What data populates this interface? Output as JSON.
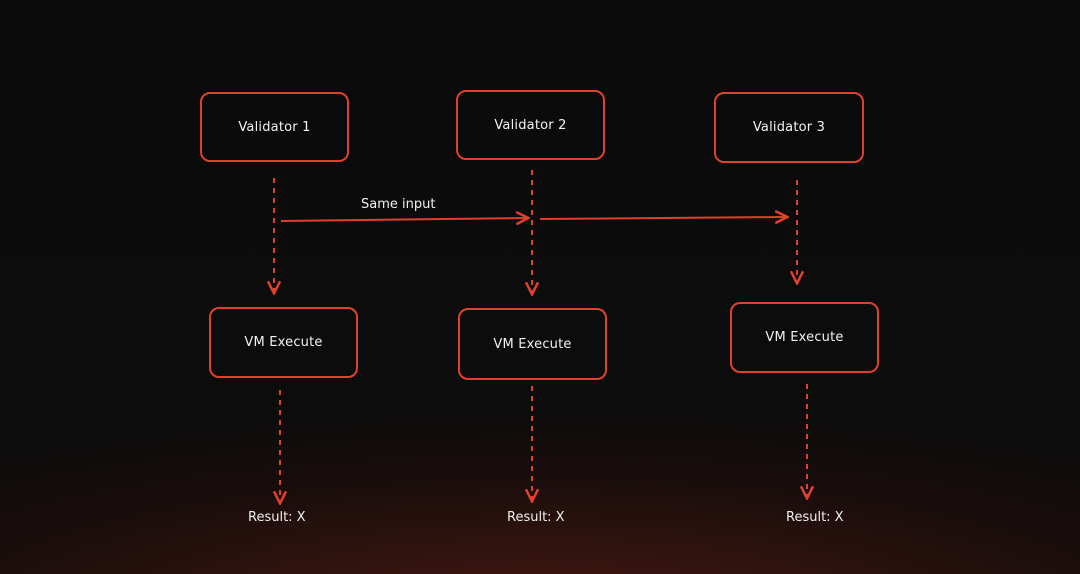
{
  "colors": {
    "accent": "#e0402e",
    "background": "#0c0c0c",
    "text": "#f2f2f2"
  },
  "validators": [
    {
      "label": "Validator 1",
      "vm_label": "VM Execute",
      "result": "Result: X"
    },
    {
      "label": "Validator 2",
      "vm_label": "VM Execute",
      "result": "Result: X"
    },
    {
      "label": "Validator 3",
      "vm_label": "VM Execute",
      "result": "Result: X"
    }
  ],
  "input_edge": {
    "label": "Same input"
  }
}
